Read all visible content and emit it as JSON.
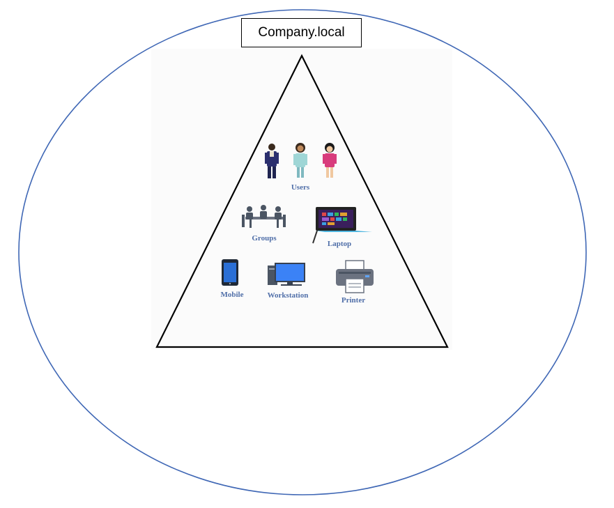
{
  "diagram": {
    "domain_label": "Company.local",
    "objects": {
      "users": "Users",
      "groups": "Groups",
      "laptop": "Laptop",
      "mobile": "Mobile",
      "workstation": "Workstation",
      "printer": "Printer"
    },
    "colors": {
      "ellipse": "#3f67b5",
      "triangle": "#000000",
      "label": "#4f6ea8",
      "icon_dark": "#4b5563",
      "icon_blue": "#2a6fd6"
    }
  }
}
